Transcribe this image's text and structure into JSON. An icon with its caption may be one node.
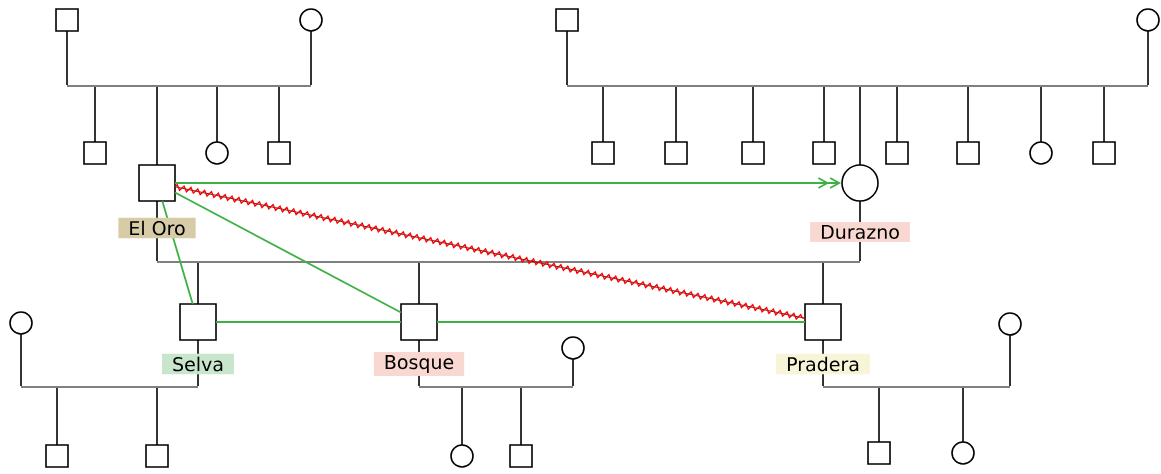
{
  "diagram": {
    "nodes": [
      {
        "text": [],
        "shape": "box"
      },
      {
        "text": [],
        "shape": "circle"
      },
      {
        "text": [],
        "shape": "bar"
      },
      {
        "text": [],
        "shape": "box"
      },
      {
        "text": [],
        "shape": "box",
        "beside": [
          "El Oro"
        ]
      },
      {
        "text": [],
        "shape": "circle"
      },
      {
        "text": [],
        "shape": "box"
      },
      {
        "text": [],
        "shape": "box"
      },
      {
        "text": [],
        "shape": "circle"
      },
      {
        "text": [],
        "shape": "bar"
      },
      {
        "text": [],
        "shape": "box"
      },
      {
        "text": [],
        "shape": "box"
      },
      {
        "text": [],
        "shape": "box"
      },
      {
        "text": [],
        "shape": "box"
      },
      {
        "text": [],
        "shape": "circle",
        "beside": [
          "Durazno"
        ]
      },
      {
        "text": [],
        "shape": "box"
      },
      {
        "text": [],
        "shape": "box"
      },
      {
        "text": [],
        "shape": "circle"
      },
      {
        "text": [],
        "shape": "box"
      },
      {
        "text": [],
        "shape": "bar"
      },
      {
        "text": [],
        "shape": "box",
        "beside": [
          "Selva"
        ]
      },
      {
        "text": [],
        "shape": "box",
        "beside": [
          "Bosque"
        ]
      },
      {
        "text": [],
        "shape": "box",
        "beside": [
          "Pradera"
        ]
      },
      {
        "text": [],
        "shape": "circle"
      },
      {
        "text": [],
        "shape": "bar"
      },
      {
        "text": [],
        "shape": "box"
      },
      {
        "text": [],
        "shape": "box"
      },
      {
        "text": [],
        "shape": "circle"
      },
      {
        "text": [],
        "shape": "bar"
      },
      {
        "text": [],
        "shape": "circle"
      },
      {
        "text": [],
        "shape": "box"
      },
      {
        "text": [],
        "shape": "circle"
      },
      {
        "text": [],
        "shape": "bar"
      },
      {
        "text": [],
        "shape": "box"
      },
      {
        "text": [],
        "shape": "circle"
      }
    ],
    "edges": [
      {
        "from": 0,
        "to": 2,
        "arrow": "none"
      },
      {
        "from": 1,
        "to": 2,
        "arrow": "none"
      },
      {
        "from": 2,
        "to": 3,
        "arrow": "none"
      },
      {
        "from": 2,
        "to": 4,
        "arrow": "none"
      },
      {
        "from": 2,
        "to": 5,
        "arrow": "none"
      },
      {
        "from": 2,
        "to": 6,
        "arrow": "none"
      },
      {
        "from": 7,
        "to": 9,
        "arrow": "none"
      },
      {
        "from": 8,
        "to": 9,
        "arrow": "none"
      },
      {
        "from": 9,
        "to": 10,
        "arrow": "none"
      },
      {
        "from": 9,
        "to": 11,
        "arrow": "none"
      },
      {
        "from": 9,
        "to": 12,
        "arrow": "none"
      },
      {
        "from": 9,
        "to": 13,
        "arrow": "none"
      },
      {
        "from": 9,
        "to": 14,
        "arrow": "none"
      },
      {
        "from": 9,
        "to": 15,
        "arrow": "none"
      },
      {
        "from": 9,
        "to": 16,
        "arrow": "none"
      },
      {
        "from": 9,
        "to": 17,
        "arrow": "none"
      },
      {
        "from": 9,
        "to": 18,
        "arrow": "none"
      },
      {
        "from": 4,
        "to": 19,
        "arrow": "none"
      },
      {
        "from": 14,
        "to": 19,
        "arrow": "none"
      },
      {
        "from": 19,
        "to": 20,
        "arrow": "none"
      },
      {
        "from": 19,
        "to": 21,
        "arrow": "none"
      },
      {
        "from": 19,
        "to": 22,
        "arrow": "none"
      },
      {
        "from": 20,
        "to": 24,
        "arrow": "none"
      },
      {
        "from": 23,
        "to": 24,
        "arrow": "none"
      },
      {
        "from": 24,
        "to": 25,
        "arrow": "none"
      },
      {
        "from": 24,
        "to": 26,
        "arrow": "none"
      },
      {
        "from": 21,
        "to": 28,
        "arrow": "none"
      },
      {
        "from": 27,
        "to": 28,
        "arrow": "none"
      },
      {
        "from": 28,
        "to": 29,
        "arrow": "none"
      },
      {
        "from": 28,
        "to": 30,
        "arrow": "none"
      },
      {
        "from": 22,
        "to": 32,
        "arrow": "none"
      },
      {
        "from": 31,
        "to": 32,
        "arrow": "none"
      },
      {
        "from": 32,
        "to": 33,
        "arrow": "none"
      },
      {
        "from": 32,
        "to": 34,
        "arrow": "none"
      },
      {
        "from": 4,
        "to": 14,
        "arrow": "to",
        "color": "#3cb043"
      },
      {
        "from": 4,
        "to": 20,
        "arrow": "none",
        "color": "#3cb043"
      },
      {
        "from": 4,
        "to": 21,
        "arrow": "none",
        "color": "#3cb043"
      },
      {
        "from": 20,
        "to": 21,
        "arrow": "none",
        "color": "#3cb043"
      },
      {
        "from": 21,
        "to": 22,
        "arrow": "none",
        "color": "#3cb043"
      },
      {
        "from": 4,
        "to": 22,
        "arrow": "none",
        "color": "#ff0000"
      }
    ]
  }
}
